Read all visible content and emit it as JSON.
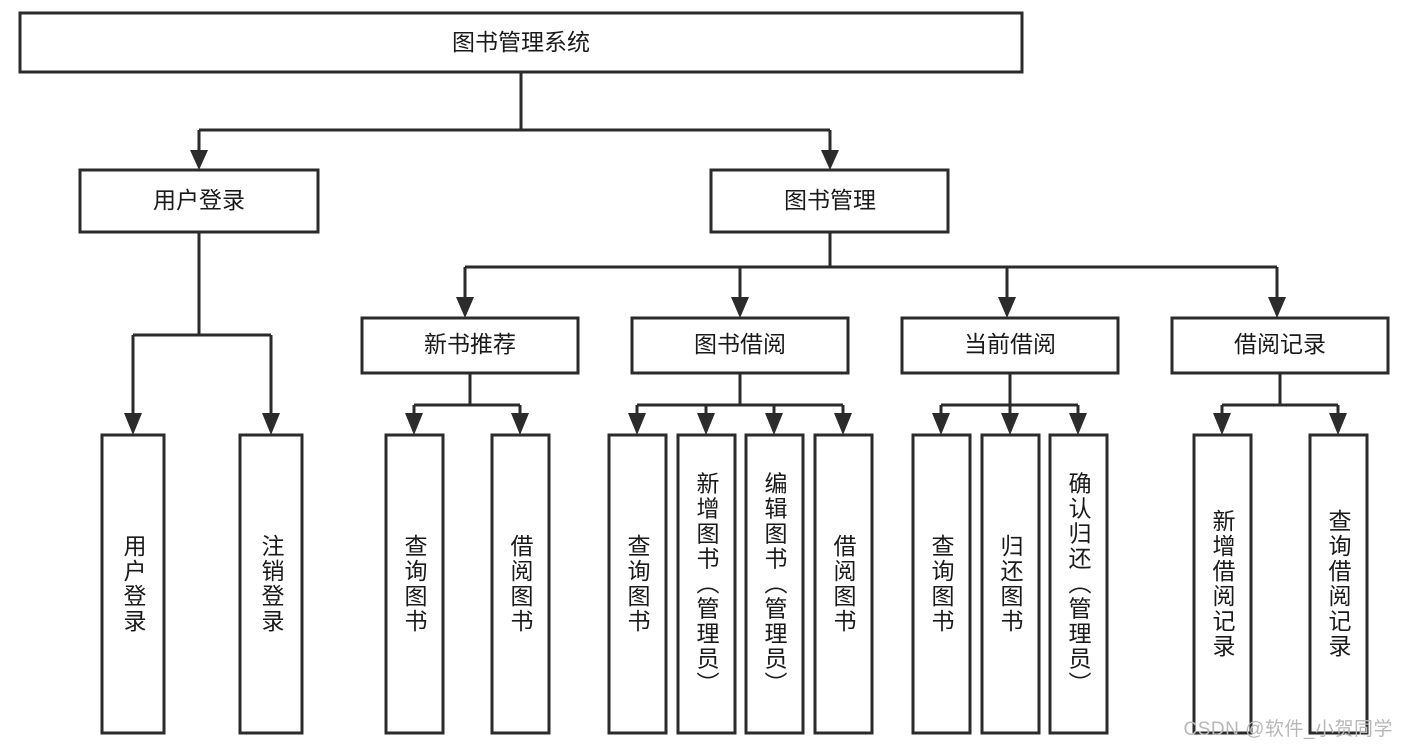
{
  "diagram": {
    "type": "hierarchy-tree",
    "title": "图书管理系统",
    "watermark": "CSDN @软件_小贺同学",
    "colors": {
      "stroke": "#2b2b2b",
      "fill": "#ffffff",
      "text": "#1a1a1a",
      "watermark": "#b8b8b8"
    },
    "root": {
      "id": "root",
      "label": "图书管理系统",
      "orientation": "horizontal"
    },
    "level2": [
      {
        "id": "user-login",
        "label": "用户登录",
        "orientation": "horizontal"
      },
      {
        "id": "book-manage",
        "label": "图书管理",
        "orientation": "horizontal"
      }
    ],
    "level3": [
      {
        "id": "new-book-rec",
        "label": "新书推荐",
        "orientation": "horizontal",
        "parent": "book-manage"
      },
      {
        "id": "book-borrow",
        "label": "图书借阅",
        "orientation": "horizontal",
        "parent": "book-manage"
      },
      {
        "id": "current-borrow",
        "label": "当前借阅",
        "orientation": "horizontal",
        "parent": "book-manage"
      },
      {
        "id": "borrow-record",
        "label": "借阅记录",
        "orientation": "horizontal",
        "parent": "book-manage"
      }
    ],
    "leaves": [
      {
        "id": "leaf-user-login",
        "label": "用户登录",
        "orientation": "vertical",
        "parent": "user-login"
      },
      {
        "id": "leaf-user-logout",
        "label": "注销登录",
        "orientation": "vertical",
        "parent": "user-login"
      },
      {
        "id": "leaf-query-book-1",
        "label": "查询图书",
        "orientation": "vertical",
        "parent": "new-book-rec"
      },
      {
        "id": "leaf-borrow-book-1",
        "label": "借阅图书",
        "orientation": "vertical",
        "parent": "new-book-rec"
      },
      {
        "id": "leaf-query-book-2",
        "label": "查询图书",
        "orientation": "vertical",
        "parent": "book-borrow"
      },
      {
        "id": "leaf-add-book",
        "label": "新增图书（管理员）",
        "orientation": "vertical",
        "parent": "book-borrow"
      },
      {
        "id": "leaf-edit-book",
        "label": "编辑图书（管理员）",
        "orientation": "vertical",
        "parent": "book-borrow"
      },
      {
        "id": "leaf-borrow-book-2",
        "label": "借阅图书",
        "orientation": "vertical",
        "parent": "book-borrow"
      },
      {
        "id": "leaf-query-book-3",
        "label": "查询图书",
        "orientation": "vertical",
        "parent": "current-borrow"
      },
      {
        "id": "leaf-return-book",
        "label": "归还图书",
        "orientation": "vertical",
        "parent": "current-borrow"
      },
      {
        "id": "leaf-confirm-return",
        "label": "确认归还（管理员）",
        "orientation": "vertical",
        "parent": "current-borrow"
      },
      {
        "id": "leaf-add-record",
        "label": "新增借阅记录",
        "orientation": "vertical",
        "parent": "borrow-record"
      },
      {
        "id": "leaf-query-record",
        "label": "查询借阅记录",
        "orientation": "vertical",
        "parent": "borrow-record"
      }
    ]
  }
}
